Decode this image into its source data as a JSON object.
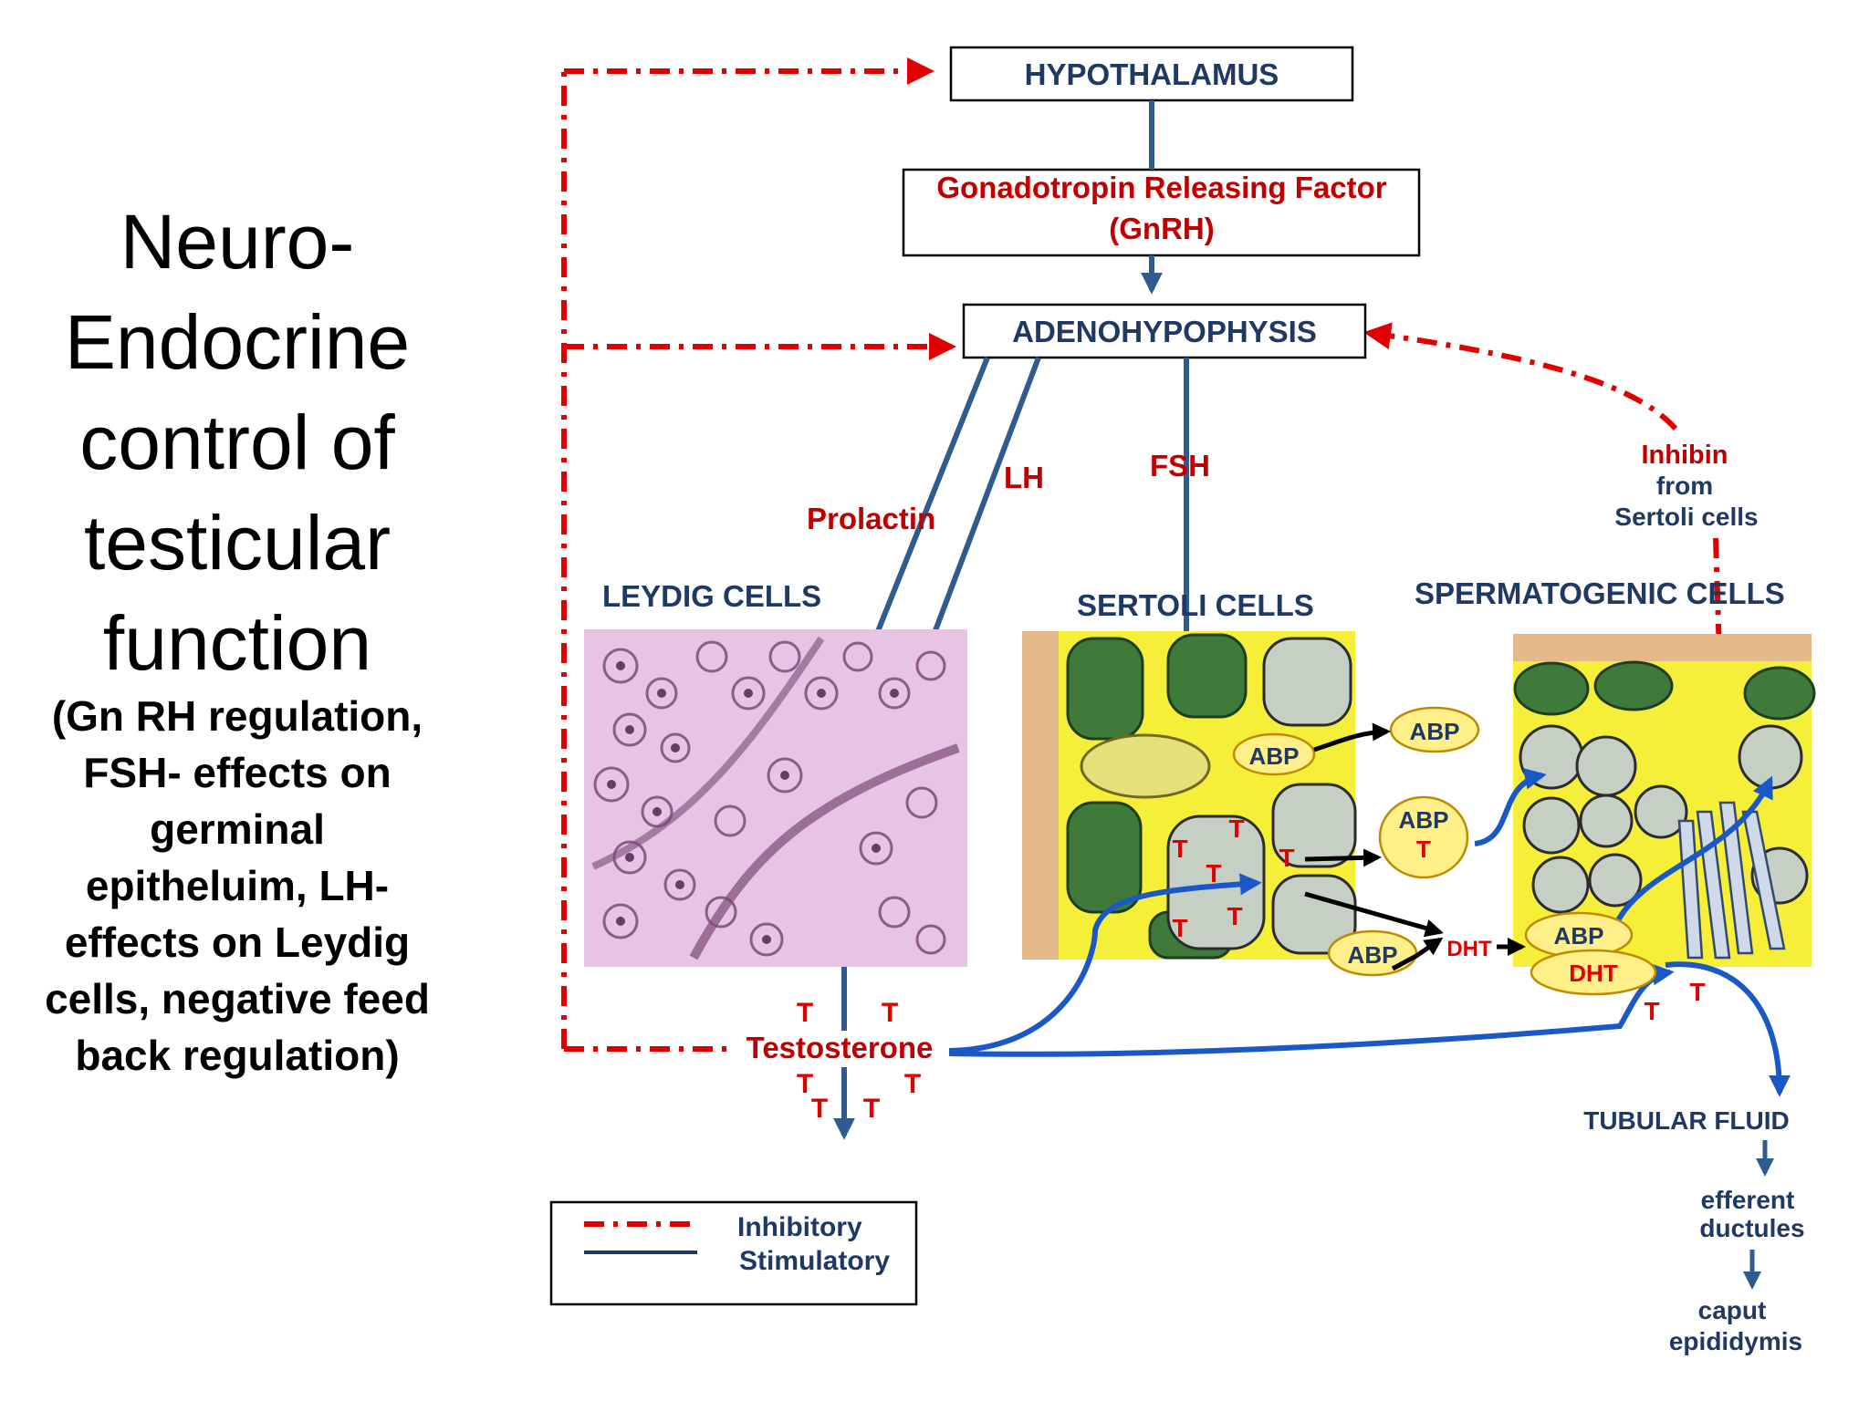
{
  "title": {
    "main": [
      "Neuro-",
      "Endocrine",
      "control of",
      "testicular",
      "function"
    ],
    "sub": [
      "(Gn RH regulation,",
      "FSH- effects on",
      "germinal",
      "epitheluim, LH-",
      "effects on Leydig",
      "cells, negative feed",
      "back regulation)"
    ]
  },
  "nodes": {
    "hypothalamus": "HYPOTHALAMUS",
    "gnrh_line1": "Gonadotropin Releasing Factor",
    "gnrh_line2": "(GnRH)",
    "adenohypophysis": "ADENOHYPOPHYSIS"
  },
  "hormones": {
    "lh": "LH",
    "prolactin": "Prolactin",
    "fsh": "FSH",
    "inhibin": "Inhibin",
    "inhibin_from": "from",
    "inhibin_source": "Sertoli cells",
    "testosterone": "Testosterone",
    "t": "T",
    "abp": "ABP",
    "dht": "DHT"
  },
  "cells": {
    "leydig": "LEYDIG CELLS",
    "sertoli": "SERTOLI CELLS",
    "spermatogenic": "SPERMATOGENIC CELLS"
  },
  "outflow": {
    "tubular_fluid": "TUBULAR FLUID",
    "efferent_line1": "efferent",
    "efferent_line2": "ductules",
    "caput_line1": "caput",
    "caput_line2": "epididymis"
  },
  "legend": {
    "inhibitory": "Inhibitory",
    "stimulatory": "Stimulatory"
  },
  "colors": {
    "inhibitory": "#e00000",
    "stimulatory": "#2f5b8f",
    "blue_arrow": "#1a57c7",
    "label_red": "#c00000",
    "label_blue": "#1f3864",
    "yellow": "#f5ef3a",
    "green": "#3f7a3a",
    "grey_cell": "#c6cfc3",
    "pink": "#e7c4e4"
  }
}
